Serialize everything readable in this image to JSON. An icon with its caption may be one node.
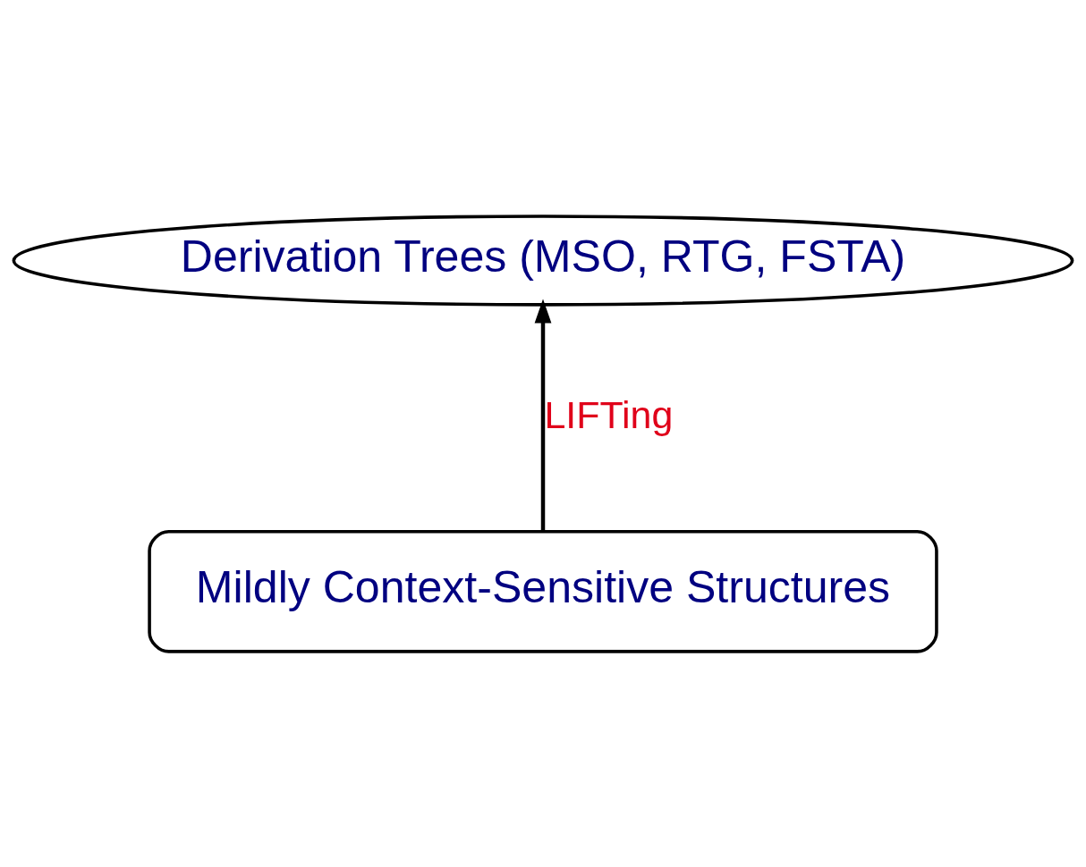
{
  "diagram": {
    "nodes": [
      {
        "text": [
          "Derivation Trees (MSO, RTG, FSTA)"
        ]
      },
      {
        "text": [
          "Mildly Context-Sensitive Structures"
        ]
      }
    ],
    "edges": [
      {
        "from": 1,
        "to": 0,
        "arrow": "to",
        "label": "LIFTing"
      }
    ]
  }
}
